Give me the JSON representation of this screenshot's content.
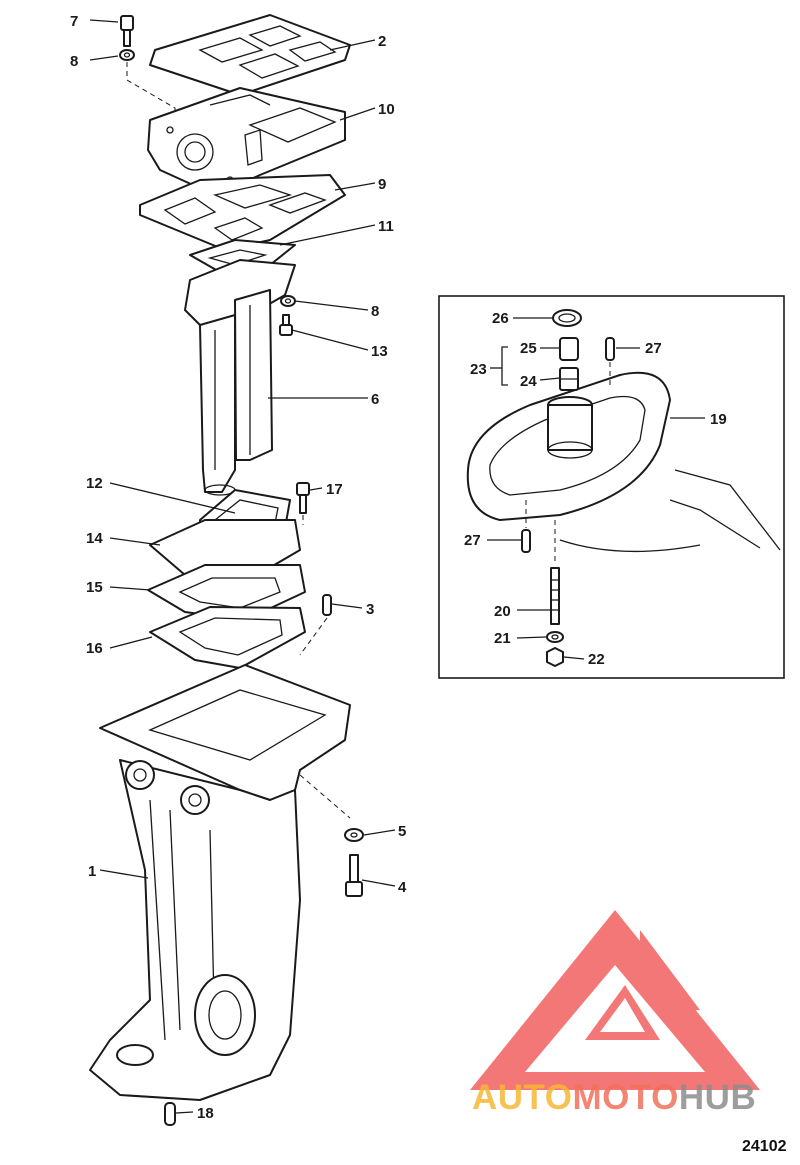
{
  "callouts": {
    "c1": "1",
    "c2": "2",
    "c3": "3",
    "c4": "4",
    "c5": "5",
    "c6": "6",
    "c7": "7",
    "c8a": "8",
    "c8b": "8",
    "c9": "9",
    "c10": "10",
    "c11": "11",
    "c12": "12",
    "c13": "13",
    "c14": "14",
    "c15": "15",
    "c16": "16",
    "c17": "17",
    "c18": "18",
    "c19": "19",
    "c20": "20",
    "c21": "21",
    "c22": "22",
    "c23": "23",
    "c24": "24",
    "c25": "25",
    "c26": "26",
    "c27a": "27",
    "c27b": "27"
  },
  "watermark": {
    "part1": "AUTO",
    "part2": "MOTO",
    "part3": "HUB",
    "color1": "#f7b733",
    "color2": "#f2705a",
    "color3": "#8c8c8c",
    "logo_color": "#f04a4a"
  },
  "figure_number": "24102"
}
